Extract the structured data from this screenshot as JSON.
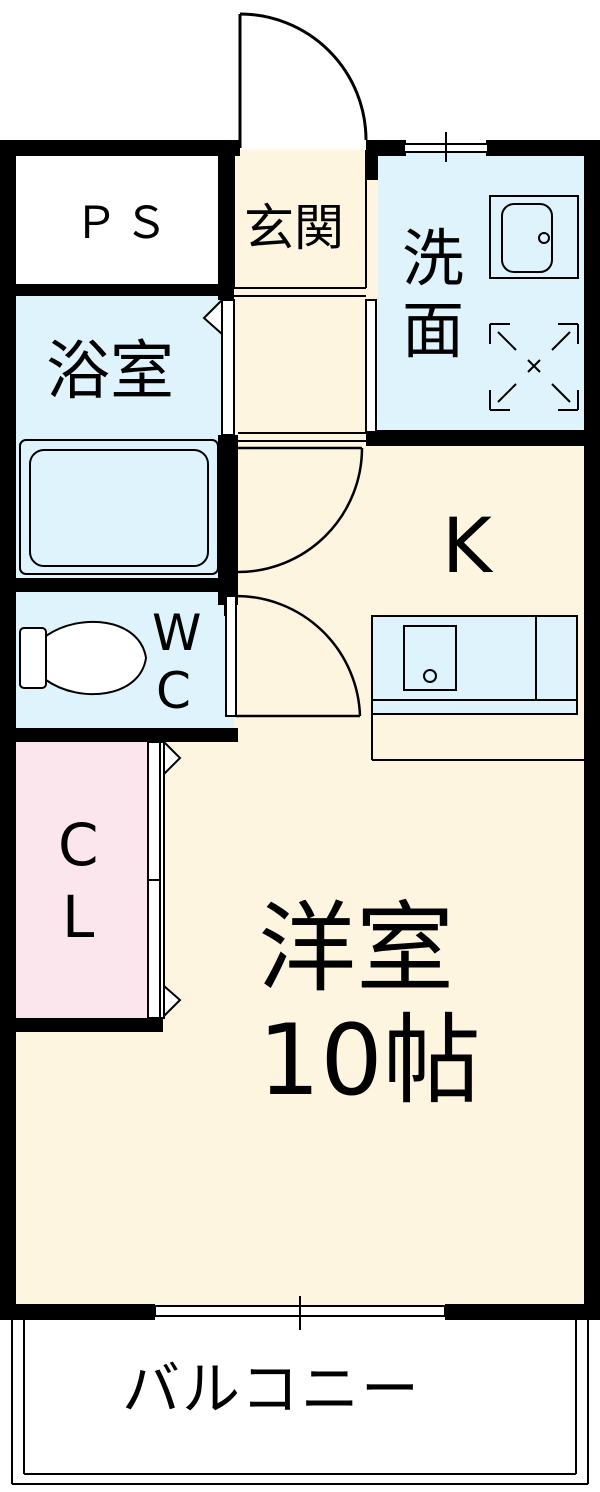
{
  "rooms": {
    "ps": {
      "label": "ＰＳ"
    },
    "entrance": {
      "label": "玄関"
    },
    "washroom": {
      "line1": "洗",
      "line2": "面"
    },
    "bath": {
      "label": "浴室"
    },
    "wc": {
      "line1": "W",
      "line2": "C"
    },
    "kitchen": {
      "label": "K"
    },
    "closet": {
      "line1": "C",
      "line2": "L"
    },
    "western_room": {
      "line1": "洋室",
      "line2": "10帖"
    },
    "balcony": {
      "label": "バルコニー"
    }
  },
  "colors": {
    "wall": "#000000",
    "floor": "#fdf5e0",
    "wet_area": "#def3fb",
    "closet": "#fce6ee",
    "outdoor": "#ffffff"
  }
}
